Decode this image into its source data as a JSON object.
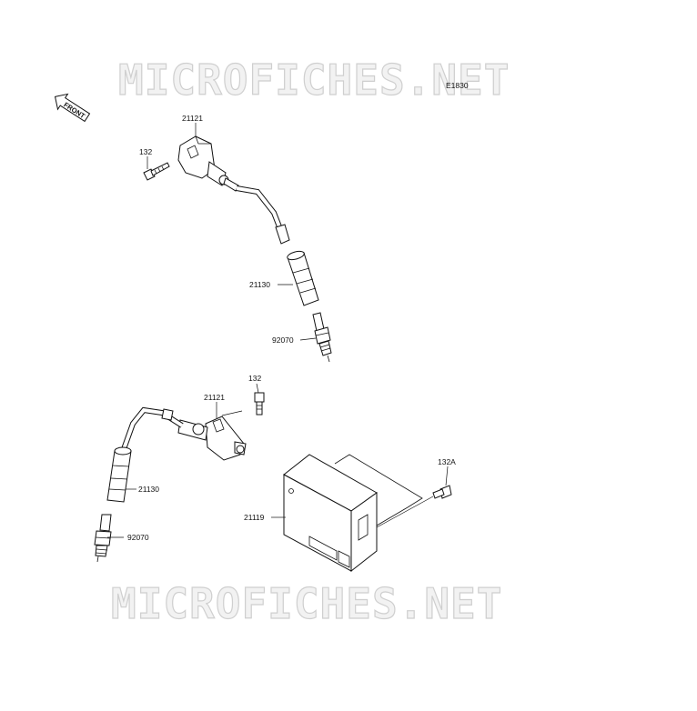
{
  "watermark": {
    "top": "MICROFICHES.NET",
    "bottom": "MICROFICHES.NET"
  },
  "diagram_code": "E1830",
  "front_arrow": {
    "label": "FRONT",
    "icon": "front-arrow-icon"
  },
  "callouts": {
    "coil_upper": "21121",
    "bolt_upper": "132",
    "cap_upper": "21130",
    "plug_upper": "92070",
    "bolt_lower": "132",
    "coil_lower": "21121",
    "cap_lower": "21130",
    "plug_lower": "92070",
    "bolt_ecu": "132A",
    "ecu": "21119"
  }
}
